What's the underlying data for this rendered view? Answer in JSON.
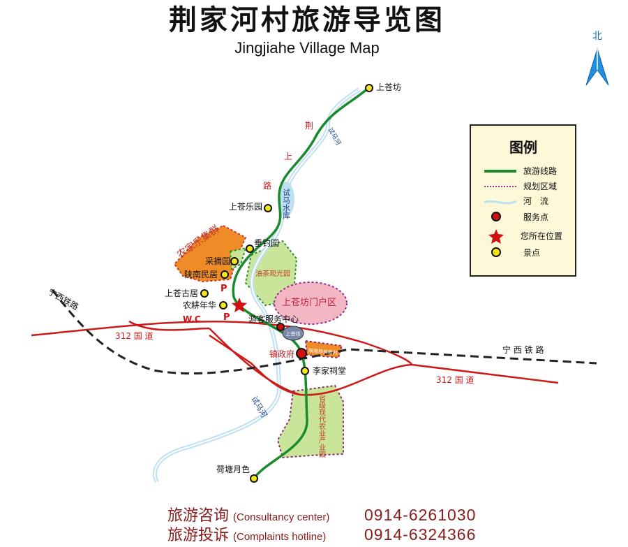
{
  "title": "荆家河村旅游导览图",
  "subtitle": "Jingjiahe Village Map",
  "north_label": "北",
  "legend": {
    "title": "图例",
    "items": [
      {
        "label": "旅游线路",
        "symbol": "green-line"
      },
      {
        "label": "规划区域",
        "symbol": "dotted-line"
      },
      {
        "label": "河　流",
        "symbol": "river-line"
      },
      {
        "label": "服务点",
        "symbol": "red-dot"
      },
      {
        "label": "您所在位置",
        "symbol": "red-star"
      },
      {
        "label": "景点",
        "symbol": "yellow-dot"
      }
    ]
  },
  "road_labels": {
    "jing1": "荆",
    "jing2": "上",
    "jing3": "路",
    "g312_a": "312  国  道",
    "g312_b": "312  国  道",
    "railway_left": "宁西铁路",
    "railway_right": "宁 西 铁 路"
  },
  "river_labels": {
    "upper": "试马河",
    "reservoir": "试马水库",
    "lower": "试马河"
  },
  "areas": {
    "farm_cluster": "农家乐集群",
    "tea": "油茶观光园",
    "gate": "上苍坊门户区",
    "migrant": "陕南移民新村",
    "agri": "省级现代农业产业园",
    "gate_sign": "上苍坊"
  },
  "scenic_spots": [
    "上苍坊",
    "上苍乐园",
    "垂钓园",
    "采摘园",
    "陕南民居",
    "上苍古居",
    "农耕年华",
    "李家祠堂",
    "荷塘月色"
  ],
  "service_points": [
    "游客服务中心",
    "镇政府"
  ],
  "markers": {
    "parking": "P",
    "wc": "W.C"
  },
  "footer": {
    "consult_cn": "旅游咨询",
    "consult_en": "(Consultancy center)",
    "consult_phone": "0914-6261030",
    "complaint_cn": "旅游投诉",
    "complaint_en": "(Complaints hotline)",
    "complaint_phone": "0914-6324366"
  },
  "colors": {
    "route": "#1a8a2e",
    "road": "#cc1a1a",
    "river": "#bfe0f2",
    "orange": "#f08c28",
    "green_area": "#c9e59a",
    "pink": "#f2b7c2"
  }
}
